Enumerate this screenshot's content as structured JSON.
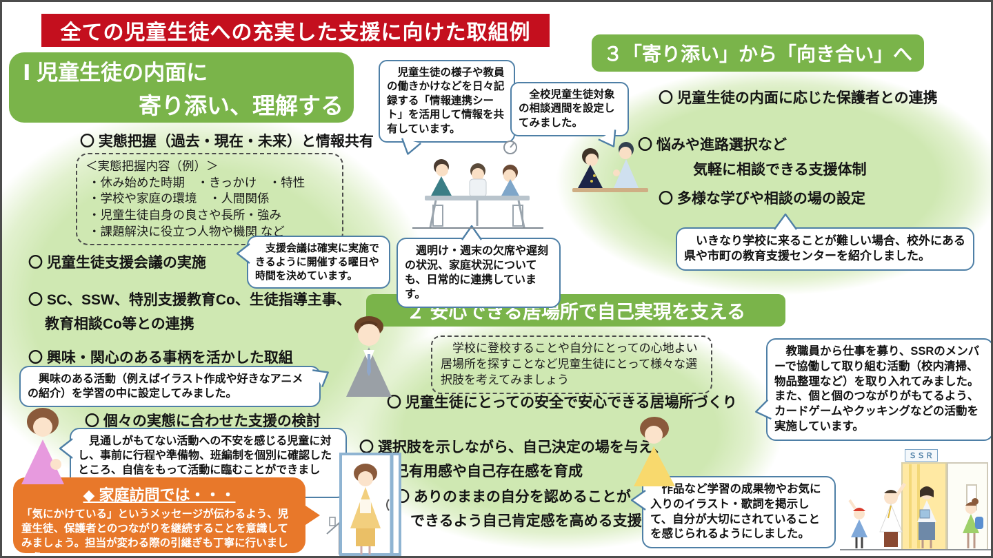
{
  "title": "全ての児童生徒への充実した支援に向けた取組例",
  "section1": {
    "heading_line1": "Ⅰ 児童生徒の内面に",
    "heading_line2": "寄り添い、理解する",
    "item_grasp": "〇 実態把握（過去・現在・未来）と情報共有",
    "grasp_box": {
      "title": "＜実態把握内容（例）＞",
      "lines": [
        "・休み始めた時期　・きっかけ　・特性",
        "・学校や家庭の環境　・人間関係",
        "・児童生徒自身の良さや長所・強み",
        "・課題解決に役立つ人物や機関 など"
      ]
    },
    "item_meeting": "〇 児童生徒支援会議の実施",
    "item_sc_line1": "〇 SC、SSW、特別支援教育Co、生徒指導主事、",
    "item_sc_line2": "教育相談Co等との連携",
    "item_interest": "〇 興味・関心のある事柄を活かした取組",
    "item_individual": "〇 個々の実態に合わせた支援の検討"
  },
  "section2": {
    "heading": "２ 安心できる居場所で自己実現を支える",
    "note": "　学校に登校することや自分にとっての心地よい居場所を探すことなど児童生徒にとって様々な選択肢を考えてみましょう",
    "item_place": "〇 児童生徒にとっての安全で安心できる居場所づくり",
    "item_choice_line1": "〇 選択肢を示しながら、自己決定の場を与え、",
    "item_choice_line2": "自己有用感や自己存在感を育成",
    "item_accept_line1": "〇 ありのままの自分を認めることが",
    "item_accept_line2": "できるよう自己肯定感を高める支援"
  },
  "section3": {
    "heading": "３「寄り添い」から「向き合い」へ",
    "item_parents": "〇 児童生徒の内面に応じた保護者との連携",
    "item_consult_line1": "〇 悩みや進路選択など",
    "item_consult_line2": "気軽に相談できる支援体制",
    "item_various": "〇 多様な学びや相談の場の設定"
  },
  "bubbles": {
    "info_sheet": "　児童生徒の様子や教員の働きかけなどを日々記録する「情報連携シート」を活用して情報を共有しています。",
    "consult_week": "　全校児童生徒対象の相談週間を設定してみました。",
    "meeting_schedule": "　支援会議は確実に実施できるように開催する曜日や時間を決めています。",
    "weekly_contact": "　週明け・週末の欠席や遅刻の状況、家庭状況についても、日常的に連携しています。",
    "interest_activity": "　興味のある活動（例えばイラスト作成や好きなアニメの紹介）を学習の中に設定してみました。",
    "outlook_anxiety": "　見通しがもてない活動への不安を感じる児童に対し、事前に行程や準備物、班編制を個別に確認したところ、自信をもって活動に臨むことができました。",
    "support_center": "　いきなり学校に来ることが難しい場合、校外にある県や市町の教育支援センターを紹介しました。",
    "ssr_activity": "　教職員から仕事を募り、SSRのメンバーで協働して取り組む活動（校内清掃、物品整理など）を取り入れてみました。また、個と個のつながりがもてるよう、カードゲームやクッキングなどの活動を実施しています。",
    "display_works": "　作品など学習の成果物やお気に入りのイラスト・歌詞を掲示して、自分が大切にされていることを感じられるようにしました。"
  },
  "home_visit": {
    "heading": "◆ 家庭訪問では・・・",
    "body": "「気にかけている」というメッセージが伝わるよう、児童生徒、保護者とのつながりを継続することを意識してみましょう。担当が変わる際の引継ぎも丁寧に行いましょう。"
  },
  "illustrations": {
    "ssr_sign": "ＳＳＲ"
  },
  "colors": {
    "banner_red": "#c40f1e",
    "header_green": "#7ab44a",
    "ellipse_green": "#cfe8b2",
    "bubble_border": "#4e7fa6",
    "orange": "#e8782a"
  }
}
